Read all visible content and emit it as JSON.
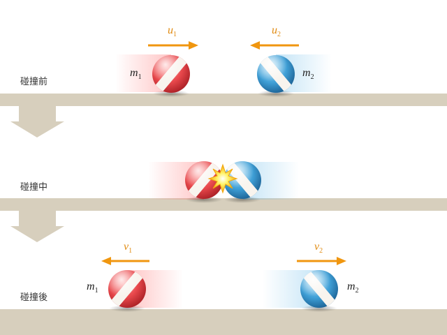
{
  "colors": {
    "floor": "#d7cfbd",
    "stage_arrow": "#d7cfbd",
    "velocity_arrow": "#f0960f",
    "velocity_label": "#e08a10",
    "mass_label": "#222222",
    "ball1": "#e8484c",
    "ball2": "#3f9fd6"
  },
  "stages": [
    {
      "label": "碰撞前",
      "velocities": [
        {
          "symbol": "u",
          "sub": "1",
          "direction": "right"
        },
        {
          "symbol": "u",
          "sub": "2",
          "direction": "left"
        }
      ],
      "masses": [
        {
          "symbol": "m",
          "sub": "1"
        },
        {
          "symbol": "m",
          "sub": "2"
        }
      ]
    },
    {
      "label": "碰撞中",
      "collision_icon": "spark-icon"
    },
    {
      "label": "碰撞後",
      "velocities": [
        {
          "symbol": "v",
          "sub": "1",
          "direction": "left"
        },
        {
          "symbol": "v",
          "sub": "2",
          "direction": "right"
        }
      ],
      "masses": [
        {
          "symbol": "m",
          "sub": "1"
        },
        {
          "symbol": "m",
          "sub": "2"
        }
      ]
    }
  ]
}
